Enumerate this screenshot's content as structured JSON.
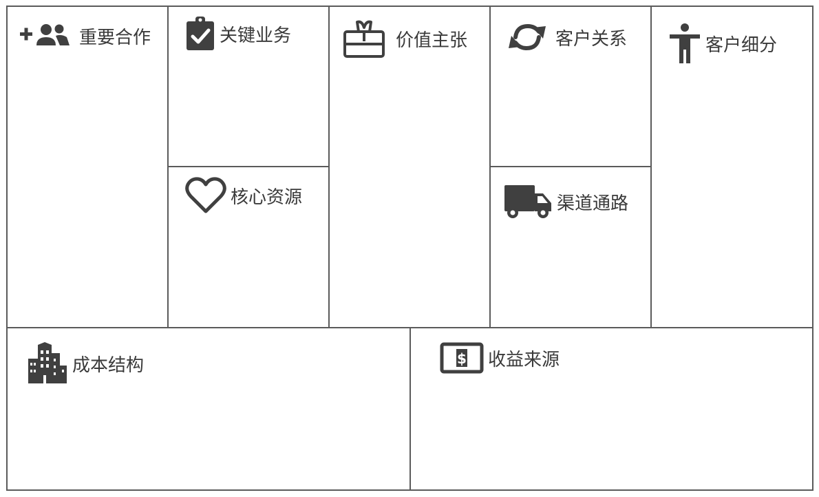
{
  "canvas": {
    "background": "#ffffff",
    "border_color": "#5a5a5a",
    "icon_color": "#404040",
    "text_color": "#3a3a3a"
  },
  "blocks": {
    "key_partners": {
      "label": "重要合作",
      "icon": "add-group-icon"
    },
    "key_activities": {
      "label": "关键业务",
      "icon": "clipboard-check-icon"
    },
    "key_resources": {
      "label": "核心资源",
      "icon": "heart-outline-icon"
    },
    "value_propositions": {
      "label": "价值主张",
      "icon": "gift-card-icon"
    },
    "customer_relationships": {
      "label": "客户关系",
      "icon": "sync-arrows-icon"
    },
    "channels": {
      "label": "渠道通路",
      "icon": "truck-icon"
    },
    "customer_segments": {
      "label": "客户细分",
      "icon": "person-standing-icon"
    },
    "cost_structure": {
      "label": "成本结构",
      "icon": "city-buildings-icon"
    },
    "revenue_streams": {
      "label": "收益来源",
      "icon": "dollar-box-icon"
    }
  }
}
